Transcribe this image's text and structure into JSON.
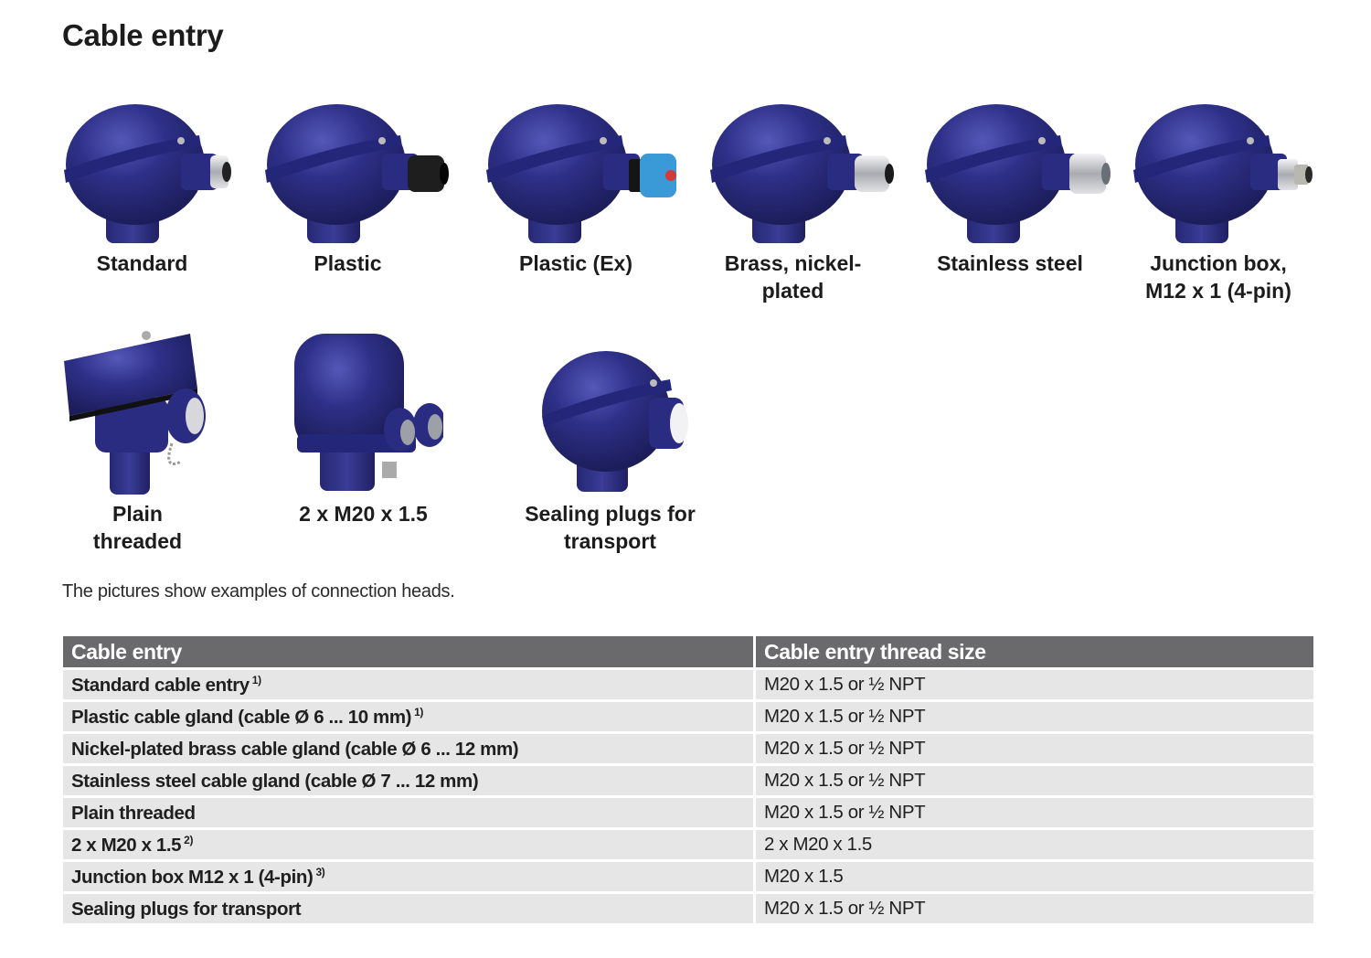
{
  "page": {
    "title": "Cable entry",
    "note": "The pictures show examples of connection heads."
  },
  "figures": [
    {
      "caption_lines": [
        "Standard"
      ],
      "gland": "silver-short",
      "gland_color": "#c8c8cc"
    },
    {
      "caption_lines": [
        "Plastic"
      ],
      "gland": "black-plastic",
      "gland_color": "#222222"
    },
    {
      "caption_lines": [
        "Plastic (Ex)"
      ],
      "gland": "blue-plastic",
      "gland_color": "#3a9ad8"
    },
    {
      "caption_lines": [
        "Brass, nickel-",
        "plated"
      ],
      "gland": "nickel",
      "gland_color": "#d4d4d8"
    },
    {
      "caption_lines": [
        "Stainless steel"
      ],
      "gland": "steel",
      "gland_color": "#bfc2c6"
    },
    {
      "caption_lines": [
        "Junction box,",
        "M12 x 1 (4-pin)"
      ],
      "gland": "m12-connector",
      "gland_color": "#b8b8b0"
    },
    {
      "caption_lines": [
        "Plain",
        "threaded"
      ],
      "gland": "none",
      "gland_color": ""
    },
    {
      "caption_lines": [
        "2 x M20 x 1.5"
      ],
      "gland": "double",
      "gland_color": ""
    },
    {
      "caption_lines": [
        "Sealing plugs for",
        "transport"
      ],
      "gland": "plug",
      "gland_color": "#f2f2f4"
    }
  ],
  "colors": {
    "housing": "#2d2f80",
    "header_bg": "#6a6a6c",
    "row_bg": "#e6e6e7"
  },
  "table": {
    "headers": [
      "Cable entry",
      "Cable entry thread size"
    ],
    "rows": [
      {
        "entry": "Standard cable entry",
        "footnote": "1)",
        "thread": "M20 x 1.5 or ½ NPT"
      },
      {
        "entry": "Plastic cable gland (cable Ø 6 ... 10 mm)",
        "footnote": "1)",
        "thread": "M20 x 1.5 or ½ NPT"
      },
      {
        "entry": "Nickel-plated brass cable gland (cable Ø 6 ... 12 mm)",
        "footnote": "",
        "thread": "M20 x 1.5 or ½ NPT"
      },
      {
        "entry": "Stainless steel cable gland (cable Ø 7 ... 12 mm)",
        "footnote": "",
        "thread": "M20 x 1.5 or ½ NPT"
      },
      {
        "entry": "Plain threaded",
        "footnote": "",
        "thread": "M20 x 1.5 or ½ NPT"
      },
      {
        "entry": "2 x M20 x 1.5",
        "footnote": "2)",
        "thread": "2 x M20 x 1.5"
      },
      {
        "entry": "Junction box M12 x 1 (4-pin)",
        "footnote": "3)",
        "thread": "M20 x 1.5"
      },
      {
        "entry": "Sealing plugs for transport",
        "footnote": "",
        "thread": "M20 x 1.5 or ½ NPT"
      }
    ]
  }
}
